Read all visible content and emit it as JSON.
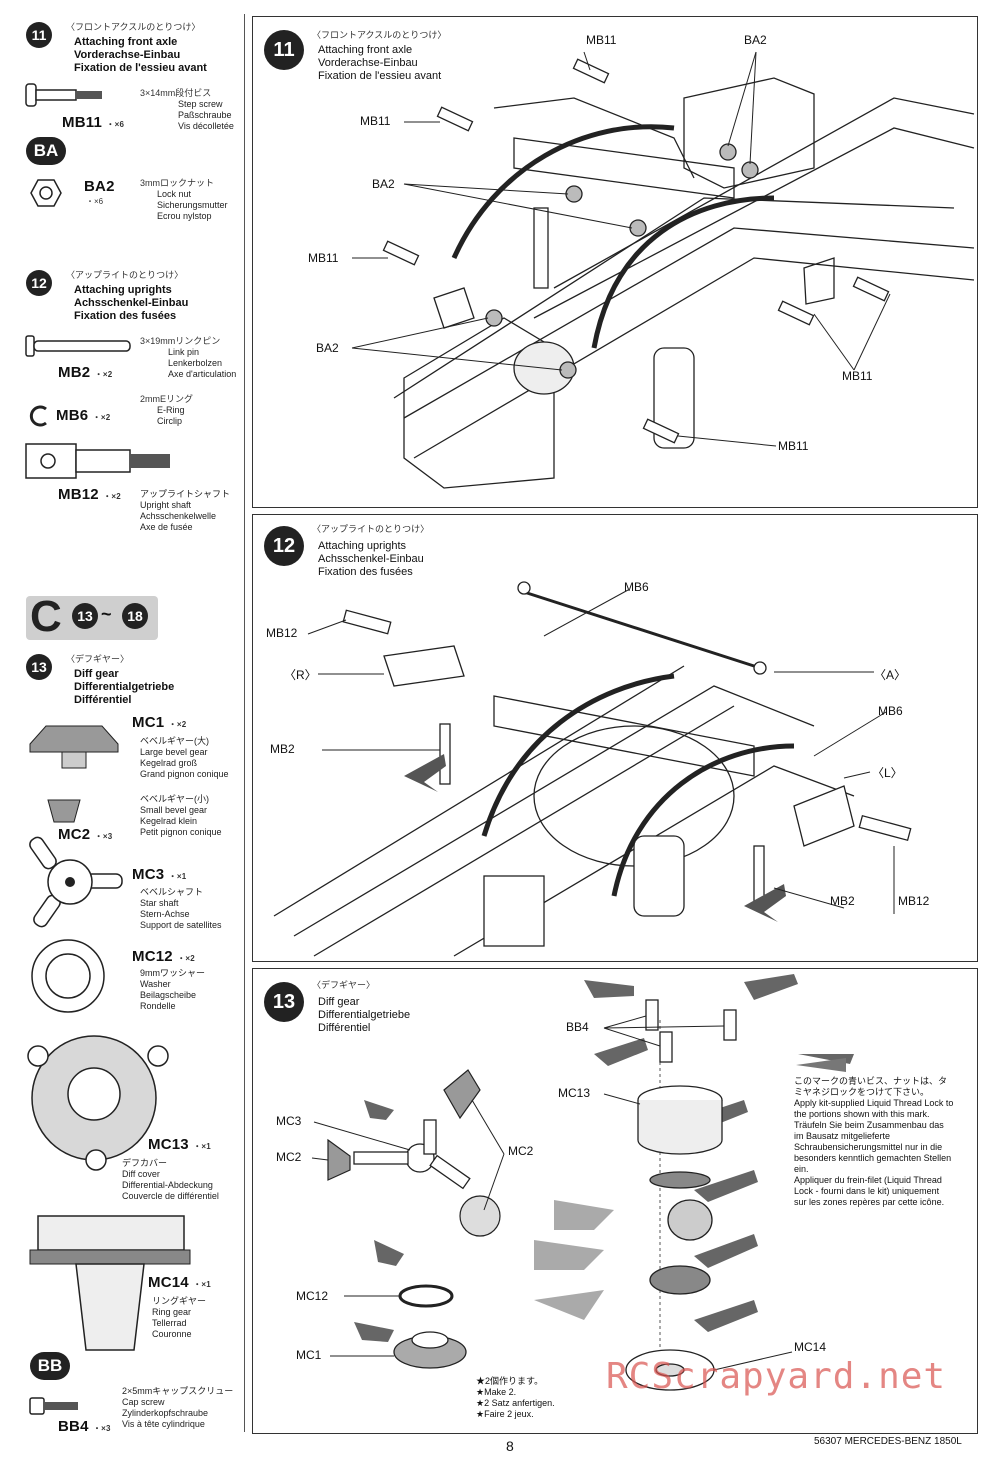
{
  "steps": {
    "s11": {
      "num": "11",
      "jp": "〈フロントアクスルのとりつけ〉",
      "en": "Attaching front axle",
      "de": "Vorderachse-Einbau",
      "fr": "Fixation de l'essieu avant"
    },
    "s12": {
      "num": "12",
      "jp": "〈アップライトのとりつけ〉",
      "en": "Attaching uprights",
      "de": "Achsschenkel-Einbau",
      "fr": "Fixation des fusées"
    },
    "s13": {
      "num": "13",
      "jp": "〈デフギヤー〉",
      "en": "Diff gear",
      "de": "Differentialgetriebe",
      "fr": "Différentiel"
    }
  },
  "bags": {
    "BA": "BA",
    "C": "C",
    "range_from": "13",
    "tilde": "~",
    "range_to": "18",
    "BB": "BB"
  },
  "parts": {
    "mb11": {
      "code": "MB11",
      "qty": "・×6",
      "jp": "3×14mm段付ビス",
      "en": "Step screw",
      "de": "Paßschraube",
      "fr": "Vis décolletée"
    },
    "ba2": {
      "code": "BA2",
      "qty": "・×6",
      "jp": "3mmロックナット",
      "en": "Lock nut",
      "de": "Sicherungsmutter",
      "fr": "Ecrou nylstop"
    },
    "mb2": {
      "code": "MB2",
      "qty": "・×2",
      "jp": "3×19mmリンクピン",
      "en": "Link pin",
      "de": "Lenkerbolzen",
      "fr": "Axe d'articulation"
    },
    "mb6": {
      "code": "MB6",
      "qty": "・×2",
      "jp": "2mmEリング",
      "en": "E-Ring",
      "de": "Circlip"
    },
    "mb12": {
      "code": "MB12",
      "qty": "・×2",
      "jp": "アップライトシャフト",
      "en": "Upright shaft",
      "de": "Achsschenkelwelle",
      "fr": "Axe de fusée"
    },
    "mc1": {
      "code": "MC1",
      "qty": "・×2",
      "jp": "ベベルギヤー(大)",
      "en": "Large bevel gear",
      "de": "Kegelrad groß",
      "fr": "Grand pignon conique"
    },
    "mc2": {
      "code": "MC2",
      "qty": "・×3",
      "jp": "ベベルギヤー(小)",
      "en": "Small bevel gear",
      "de": "Kegelrad klein",
      "fr": "Petit pignon conique"
    },
    "mc3": {
      "code": "MC3",
      "qty": "・×1",
      "jp": "ベベルシャフト",
      "en": "Star shaft",
      "de": "Stern-Achse",
      "fr": "Support de satellites"
    },
    "mc12": {
      "code": "MC12",
      "qty": "・×2",
      "jp": "9mmワッシャー",
      "en": "Washer",
      "de": "Beilagscheibe",
      "fr": "Rondelle"
    },
    "mc13": {
      "code": "MC13",
      "qty": "・×1",
      "jp": "デフカバー",
      "en": "Diff cover",
      "de": "Differential-Abdeckung",
      "fr": "Couvercle de différentiel"
    },
    "mc14": {
      "code": "MC14",
      "qty": "・×1",
      "jp": "リングギヤー",
      "en": "Ring gear",
      "de": "Tellerrad",
      "fr": "Couronne"
    },
    "bb4": {
      "code": "BB4",
      "qty": "・×3",
      "jp": "2×5mmキャップスクリュー",
      "en": "Cap screw",
      "de": "Zylinderkopfschraube",
      "fr": "Vis à tête cylindrique"
    }
  },
  "panel11_labels": [
    "MB11",
    "BA2",
    "MB11",
    "BA2",
    "MB11",
    "BA2",
    "MB11",
    "MB11"
  ],
  "panel12_labels": {
    "mb6_top": "MB6",
    "mb12_left": "MB12",
    "r": "〈R〉",
    "a": "〈A〉",
    "mb6_right": "MB6",
    "l": "〈L〉",
    "mb2_left": "MB2",
    "mb2_right": "MB2",
    "mb12_right": "MB12"
  },
  "panel13_labels": {
    "bb4": "BB4",
    "mc13": "MC13",
    "mc3": "MC3",
    "mc2_left": "MC2",
    "mc2_right": "MC2",
    "mc12": "MC12",
    "mc1": "MC1",
    "mc14": "MC14"
  },
  "glue_note": {
    "jp": "このマークの青いビス、ナットは、タミヤネジロックをつけて下さい。",
    "en": "Apply kit-supplied Liquid Thread Lock to the portions shown with this mark.",
    "de": "Träufeln Sie beim Zusammenbau das im Bausatz mitgelieferte Schraubensicherungsmittel nur in die besonders kenntlich gemachten Stellen ein.",
    "fr": "Appliquer du frein-filet (Liquid Thread Lock - fourni dans le kit) uniquement sur les zones repères par cette icône."
  },
  "make_two": {
    "jp": "★2個作ります。",
    "en": "★Make 2.",
    "de": "★2 Satz anfertigen.",
    "fr": "★Faire 2 jeux."
  },
  "watermark": "RCScrapyard.net",
  "footer": {
    "page": "8",
    "model": "56307 MERCEDES-BENZ 1850L"
  }
}
